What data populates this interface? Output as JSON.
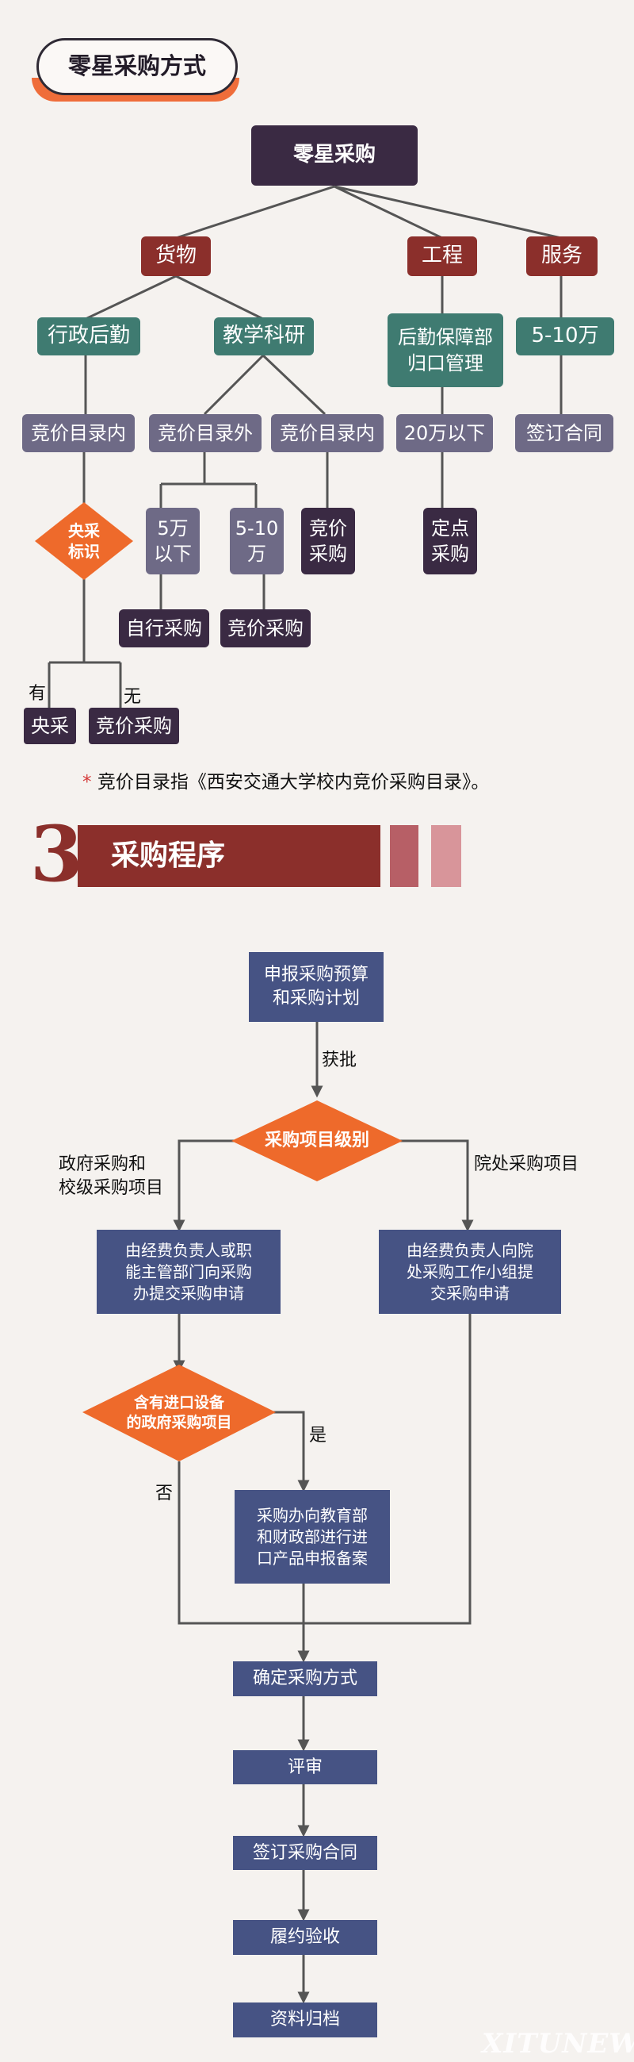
{
  "section1": {
    "title": "零星采购方式",
    "root": "零星采购",
    "goods": "货物",
    "engineering": "工程",
    "services": "服务",
    "admin_logistics": "行政后勤",
    "teaching_research": "教学科研",
    "logistics_mgmt": "后勤保障部\n归口管理",
    "services_range": "5-10万",
    "catalog_in_1": "竞价目录内",
    "catalog_out": "竞价目录外",
    "catalog_in_2": "竞价目录内",
    "under_20w": "20万以下",
    "sign_contract": "签订合同",
    "central_mark": "央采\n标识",
    "under_5w": "5万\n以下",
    "range_5_10w": "5-10\n万",
    "bid_purchase_box": "竞价\n采购",
    "designated_purchase": "定点\n采购",
    "self_purchase": "自行采购",
    "bid_purchase_2": "竞价采购",
    "yes_label": "有",
    "no_label": "无",
    "central_purchase": "央采",
    "bid_purchase_3": "竞价采购",
    "note_star": "*",
    "note": "竞价目录指《西安交通大学校内竞价采购目录》。"
  },
  "section2": {
    "number": "3",
    "title": "采购程序",
    "step_report": "申报采购预算\n和采购计划",
    "approved": "获批",
    "level_diamond": "采购项目级别",
    "left_branch": "政府采购和\n校级采购项目",
    "right_branch": "院处采购项目",
    "left_request": "由经费负责人或职\n能主管部门向采购\n办提交采购申请",
    "right_request": "由经费负责人向院\n处采购工作小组提\n交采购申请",
    "import_diamond": "含有进口设备\n的政府采购项目",
    "yes": "是",
    "no": "否",
    "import_filing": "采购办向教育部\n和财政部进行进\n口产品申报备案",
    "confirm_method": "确定采购方式",
    "review": "评审",
    "sign_contract": "签订采购合同",
    "acceptance": "履约验收",
    "archive": "资料归档"
  },
  "watermark": "XITUNEWS",
  "colors": {
    "background": "#f5f2ef",
    "dark": "#3a2a43",
    "red": "#8b2f2b",
    "teal": "#3f7b71",
    "gray": "#6e6a86",
    "blue": "#465384",
    "orange": "#ee6a2b",
    "line": "#555555"
  }
}
